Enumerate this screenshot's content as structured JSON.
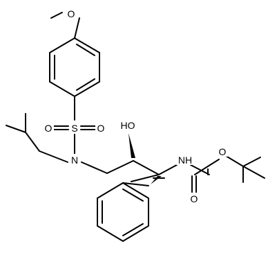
{
  "structure": {
    "atom_labels": {
      "methoxy_oxygen": "O",
      "sulfonyl_oxygen_left": "O",
      "sulfur": "S",
      "sulfonyl_oxygen_right": "O",
      "nitrogen_sulfonamide": "N",
      "hydroxyl": "HO",
      "nitrogen_carbamate": "NH",
      "ester_oxygen": "O",
      "carbonyl_oxygen": "O"
    },
    "colors": {
      "bond": "#000000",
      "background": "#ffffff"
    }
  }
}
